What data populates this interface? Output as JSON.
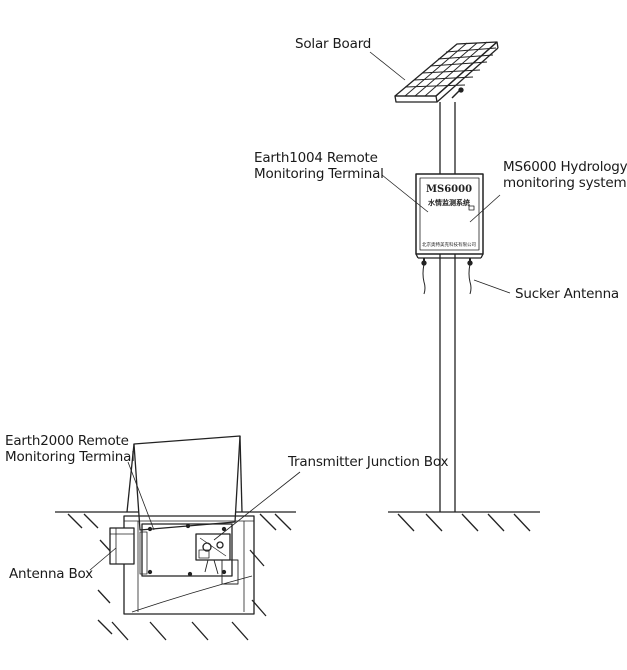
{
  "labels": {
    "solar_board": "Solar Board",
    "earth1004": [
      "Earth1004 Remote",
      "Monitoring Terminal"
    ],
    "ms6000": [
      "MS6000 Hydrology",
      "monitoring system"
    ],
    "sucker_antenna": "Sucker Antenna",
    "earth2000": [
      "Earth2000 Remote",
      "Monitoring Terminal"
    ],
    "transmitter_junction_box": "Transmitter Junction Box",
    "antenna_box": "Antenna Box"
  },
  "cabinet": {
    "model_text": "MS6000",
    "title_text": "水情监测系统",
    "maker_text": "北京奥特美克科技有限公司"
  }
}
